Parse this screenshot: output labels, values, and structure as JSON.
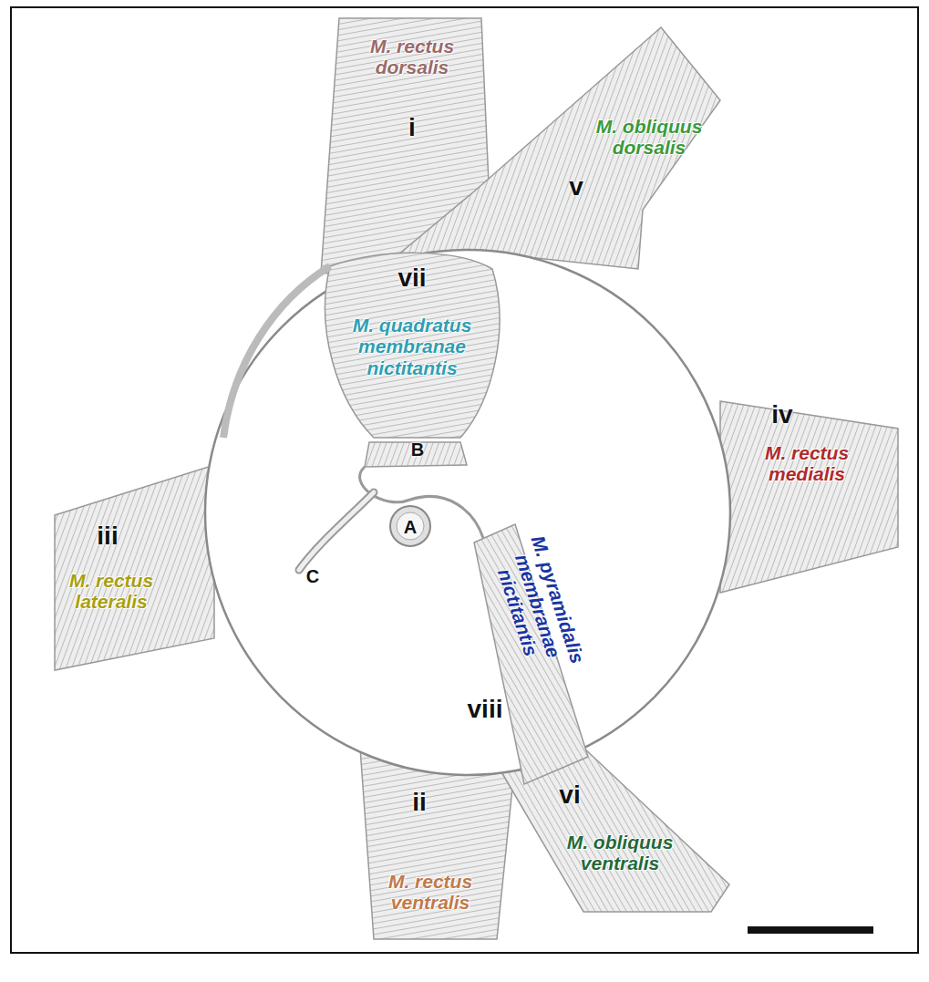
{
  "diagram": {
    "labels": [
      "M. rectus dorsalis",
      "i",
      "M. obliquus dorsalis",
      "v",
      "vii",
      "M. quadratus membranae nictitantis",
      "iv",
      "M. rectus medialis",
      "B",
      "A",
      "C",
      "iii",
      "M. rectus lateralis",
      "M. pyramidalis membranae nictitantis",
      "viii",
      "ii",
      "M. rectus ventralis",
      "vi",
      "M. obliquus ventralis"
    ]
  }
}
